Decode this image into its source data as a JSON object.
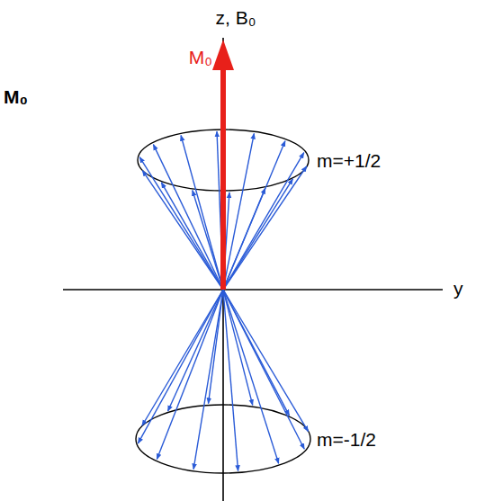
{
  "diagram": {
    "labels": [
      "z, B₀",
      "M₀",
      "M₀",
      "m=+1/2",
      "m=-1/2",
      "y"
    ]
  }
}
